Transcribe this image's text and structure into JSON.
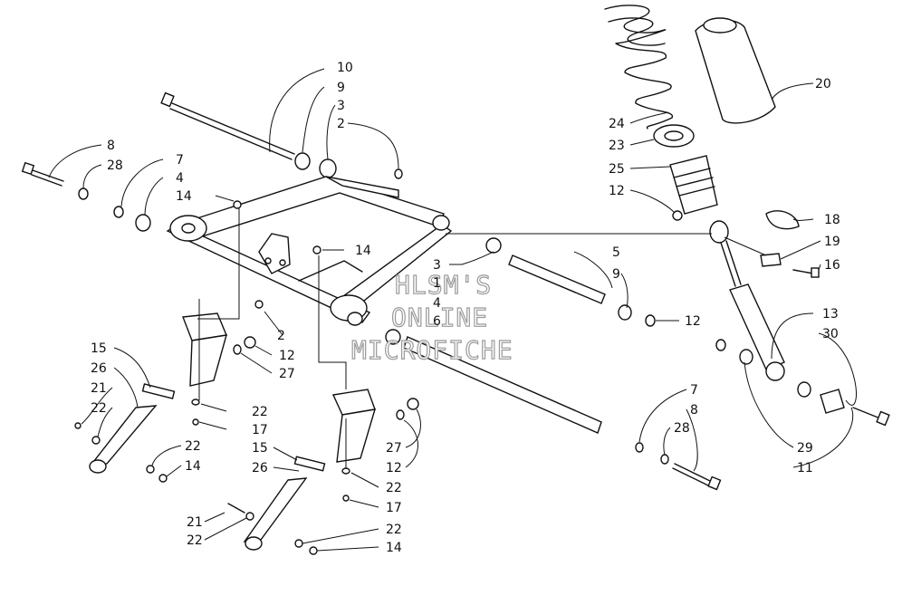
{
  "watermark": {
    "line1": "HLSM'S",
    "line2": "ONLINE",
    "line3": "MICROFICHE"
  },
  "callouts": [
    {
      "id": "c10",
      "text": "10"
    },
    {
      "id": "c9a",
      "text": "9"
    },
    {
      "id": "c3a",
      "text": "3"
    },
    {
      "id": "c2a",
      "text": "2"
    },
    {
      "id": "c8a",
      "text": "8"
    },
    {
      "id": "c28a",
      "text": "28"
    },
    {
      "id": "c7a",
      "text": "7"
    },
    {
      "id": "c4a",
      "text": "4"
    },
    {
      "id": "c14a",
      "text": "14"
    },
    {
      "id": "c14b",
      "text": "14"
    },
    {
      "id": "c3b",
      "text": "3"
    },
    {
      "id": "c1",
      "text": "1"
    },
    {
      "id": "c4b",
      "text": "4"
    },
    {
      "id": "c6",
      "text": "6"
    },
    {
      "id": "c2b",
      "text": "2"
    },
    {
      "id": "c12a",
      "text": "12"
    },
    {
      "id": "c27a",
      "text": "27"
    },
    {
      "id": "c15a",
      "text": "15"
    },
    {
      "id": "c26a",
      "text": "26"
    },
    {
      "id": "c21a",
      "text": "21"
    },
    {
      "id": "c22a",
      "text": "22"
    },
    {
      "id": "c22b",
      "text": "22"
    },
    {
      "id": "c17a",
      "text": "17"
    },
    {
      "id": "c22c",
      "text": "22"
    },
    {
      "id": "c14c",
      "text": "14"
    },
    {
      "id": "c15b",
      "text": "15"
    },
    {
      "id": "c26b",
      "text": "26"
    },
    {
      "id": "c27b",
      "text": "27"
    },
    {
      "id": "c12b",
      "text": "12"
    },
    {
      "id": "c22d",
      "text": "22"
    },
    {
      "id": "c17b",
      "text": "17"
    },
    {
      "id": "c21b",
      "text": "21"
    },
    {
      "id": "c22e",
      "text": "22"
    },
    {
      "id": "c22f",
      "text": "22"
    },
    {
      "id": "c14d",
      "text": "14"
    },
    {
      "id": "c24",
      "text": "24"
    },
    {
      "id": "c23",
      "text": "23"
    },
    {
      "id": "c25",
      "text": "25"
    },
    {
      "id": "c12c",
      "text": "12"
    },
    {
      "id": "c20",
      "text": "20"
    },
    {
      "id": "c18",
      "text": "18"
    },
    {
      "id": "c19",
      "text": "19"
    },
    {
      "id": "c16",
      "text": "16"
    },
    {
      "id": "c5",
      "text": "5"
    },
    {
      "id": "c9b",
      "text": "9"
    },
    {
      "id": "c12d",
      "text": "12"
    },
    {
      "id": "c13",
      "text": "13"
    },
    {
      "id": "c30",
      "text": "30"
    },
    {
      "id": "c29",
      "text": "29"
    },
    {
      "id": "c11",
      "text": "11"
    },
    {
      "id": "c7b",
      "text": "7"
    },
    {
      "id": "c8b",
      "text": "8"
    },
    {
      "id": "c28b",
      "text": "28"
    }
  ]
}
